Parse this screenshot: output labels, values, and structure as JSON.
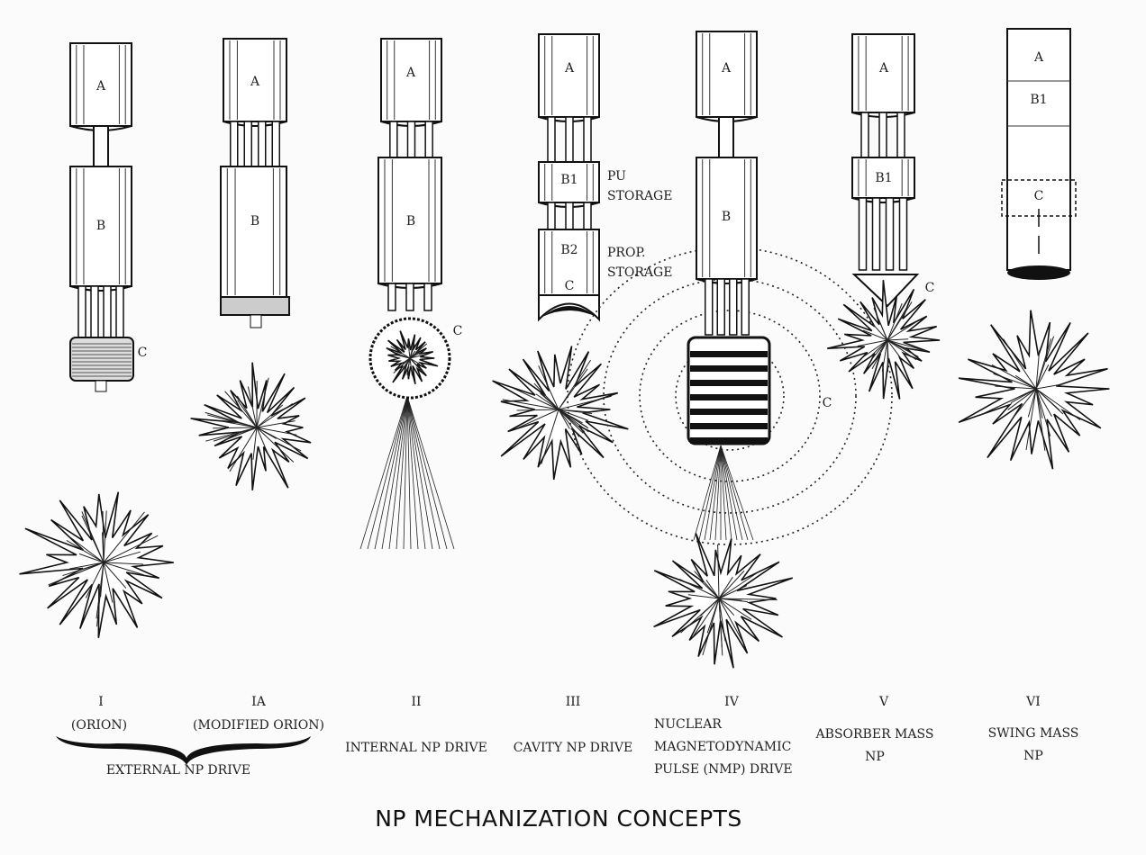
{
  "title": "NP MECHANIZATION CONCEPTS",
  "group_label": "EXTERNAL NP DRIVE",
  "concepts": [
    {
      "numeral": "I",
      "lines": [
        "(ORION)"
      ]
    },
    {
      "numeral": "IA",
      "lines": [
        "(MODIFIED ORION)"
      ]
    },
    {
      "numeral": "II",
      "lines": [
        "INTERNAL NP DRIVE"
      ]
    },
    {
      "numeral": "III",
      "lines": [
        "CAVITY NP DRIVE"
      ]
    },
    {
      "numeral": "IV",
      "lines": [
        "NUCLEAR",
        "MAGNETODYNAMIC",
        "PULSE (NMP) DRIVE"
      ]
    },
    {
      "numeral": "V",
      "lines": [
        "ABSORBER MASS",
        "NP"
      ]
    },
    {
      "numeral": "VI",
      "lines": [
        "SWING MASS",
        "NP"
      ]
    }
  ],
  "parts": {
    "a": "A",
    "b": "B",
    "c": "C",
    "b1": "B1",
    "b2": "B2",
    "pu_1": "PU",
    "pu_2": "STORAGE",
    "prop_1": "PROP.",
    "prop_2": "STORAGE"
  }
}
